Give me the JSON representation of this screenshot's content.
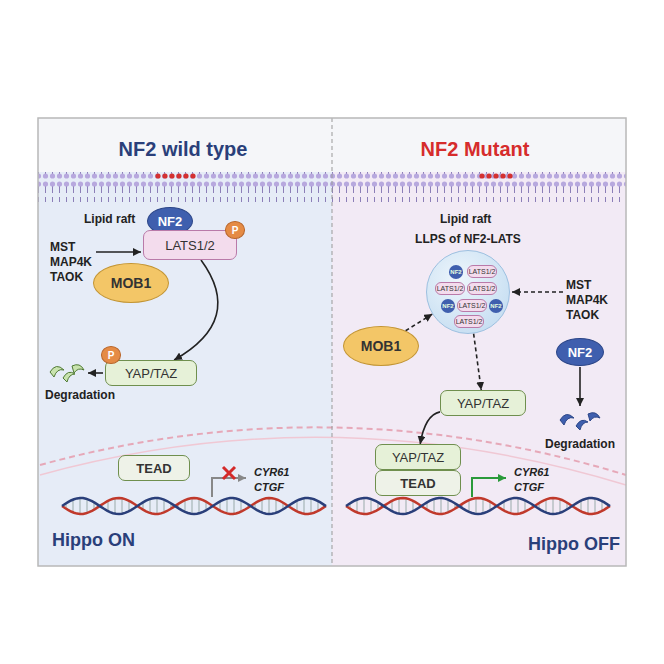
{
  "diagram": {
    "nodes": [
      {
        "text": [
          "NF2"
        ]
      },
      {
        "text": [
          "LATS1/2"
        ]
      },
      {
        "text": [
          "P"
        ]
      },
      {
        "text": [
          "MOB1"
        ]
      },
      {
        "text": [
          "YAP/TAZ"
        ]
      },
      {
        "text": [
          "P"
        ]
      },
      {
        "text": [
          "TEAD"
        ]
      },
      {
        "text": [
          "LLPS of NF2-LATS"
        ]
      },
      {
        "text": [
          "NF2"
        ],
        "in": 7
      },
      {
        "text": [
          "LATS1/2"
        ],
        "in": 7
      },
      {
        "text": [
          "LATS1/2"
        ],
        "in": 7
      },
      {
        "text": [
          "LATS1/2"
        ],
        "in": 7
      },
      {
        "text": [
          "NF2"
        ],
        "in": 7
      },
      {
        "text": [
          "LATS1/2"
        ],
        "in": 7
      },
      {
        "text": [
          "NF2"
        ],
        "in": 7
      },
      {
        "text": [
          "LATS1/2"
        ],
        "in": 7
      },
      {
        "text": [
          "MOB1"
        ]
      },
      {
        "text": [
          "NF2"
        ]
      },
      {
        "text": [
          "YAP/TAZ"
        ]
      },
      {
        "text": [
          "YAP/TAZ"
        ]
      },
      {
        "text": [
          "TEAD"
        ]
      }
    ],
    "edges": [
      {
        "from": 1,
        "to": 4,
        "arrow": "to"
      },
      {
        "from": 16,
        "to": 7,
        "arrow": "to"
      },
      {
        "from": 7,
        "to": 18,
        "arrow": "to"
      },
      {
        "from": 18,
        "to": 19,
        "arrow": "to"
      }
    ],
    "labels": [
      "NF2 wild type",
      "NF2 Mutant",
      "Lipid raft",
      "MST MAP4K TAOK",
      "Degradation",
      "CYR61",
      "CTGF",
      "Hippo ON",
      "Lipid raft",
      "MST MAP4K TAOK",
      "Degradation",
      "CYR61",
      "CTGF",
      "Hippo OFF"
    ]
  }
}
